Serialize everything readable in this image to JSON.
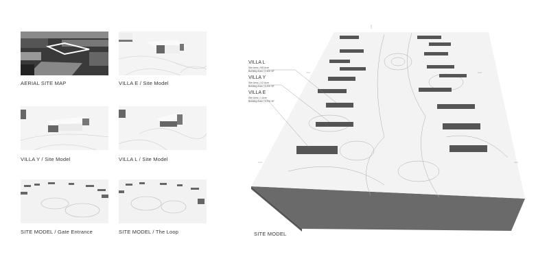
{
  "thumbnails": [
    {
      "caption": "AERIAL SITE MAP"
    },
    {
      "caption": "VILLA E  /  Site Model"
    },
    {
      "caption": "VILLA Y  /  Site Model"
    },
    {
      "caption": "VILLA L  /  Site Model"
    },
    {
      "caption": "SITE MODEL  /  Gate Entrance"
    },
    {
      "caption": "SITE MODEL  /  The Loop"
    }
  ],
  "main": {
    "caption": "SITE MODEL",
    "villas": [
      {
        "name": "VILLA L",
        "site_area": "Site Area | 5/8 Acre",
        "building_area": "Building Area | 2,400 SF"
      },
      {
        "name": "VILLA Y",
        "site_area": "Site Area | 1/2 Acre",
        "building_area": "Building Area | 3,200 SF"
      },
      {
        "name": "VILLA E",
        "site_area": "Site Area | 1 Acre",
        "building_area": "Building Area | 3,375 SF"
      }
    ]
  }
}
